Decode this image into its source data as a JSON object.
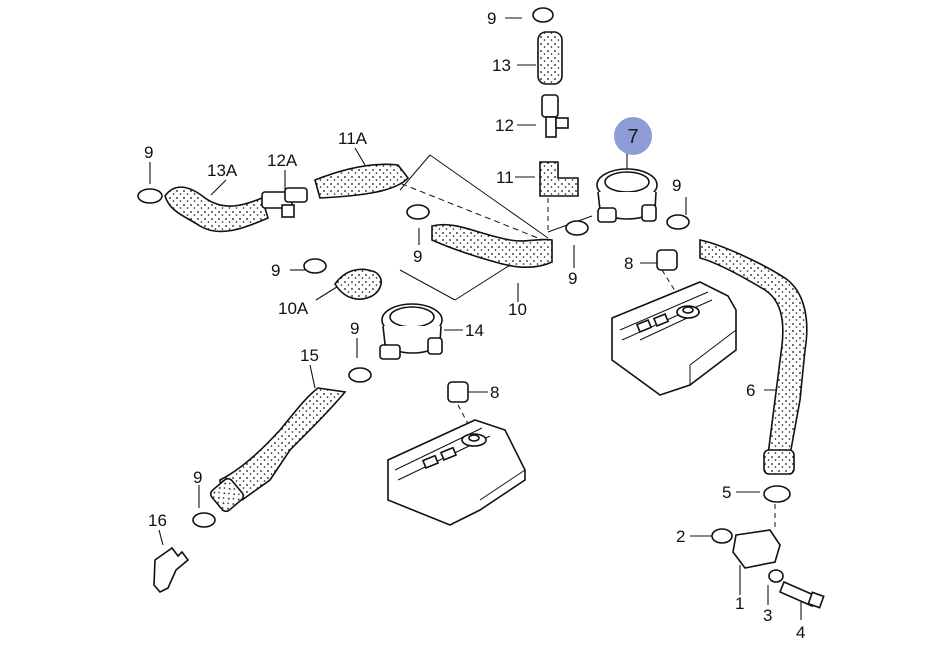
{
  "callout": {
    "label": "7",
    "color": "#8e9bd6"
  },
  "labels": {
    "l1": "1",
    "l2": "2",
    "l3": "3",
    "l4": "4",
    "l5": "5",
    "l6": "6",
    "l8a": "8",
    "l8b": "8",
    "l9a": "9",
    "l9b": "9",
    "l9c": "9",
    "l9d": "9",
    "l9e": "9",
    "l9f": "9",
    "l9g": "9",
    "l9h": "9",
    "l10": "10",
    "l10A": "10A",
    "l11": "11",
    "l11A": "11A",
    "l12": "12",
    "l12A": "12A",
    "l13": "13",
    "l13A": "13A",
    "l14": "14",
    "l15": "15",
    "l16": "16"
  }
}
